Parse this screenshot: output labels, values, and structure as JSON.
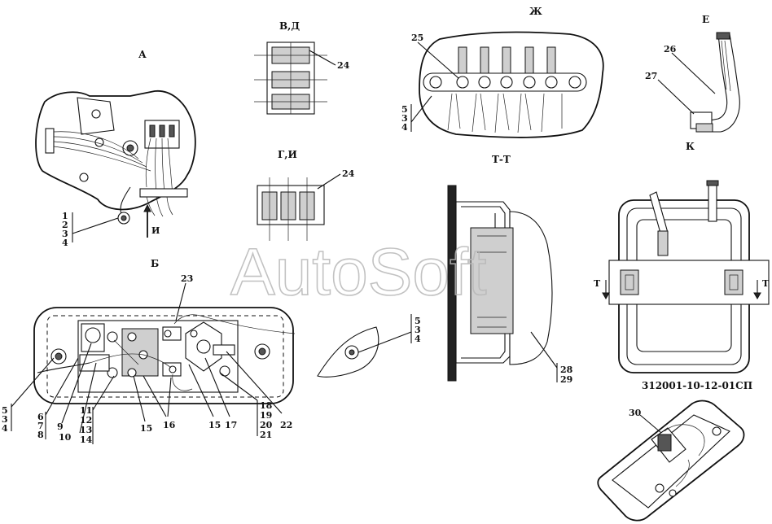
{
  "views": {
    "A": "А",
    "VD": "В,Д",
    "GI": "Г,И",
    "ZH": "Ж",
    "E": "Е",
    "K": "К",
    "TT": "Т-Т",
    "B": "Б"
  },
  "section_marks": {
    "I": "И",
    "T_left": "Т",
    "T_right": "Т"
  },
  "callouts": {
    "c24a": "24",
    "c24b": "24",
    "c25": "25",
    "c26": "26",
    "c27": "27",
    "c23": "23",
    "c15a": "15",
    "c15b": "15",
    "c16": "16",
    "c17": "17",
    "c22": "22",
    "c9": "9",
    "c10": "10",
    "c30": "30"
  },
  "stacks": {
    "a_1234": [
      "1",
      "2",
      "3",
      "4"
    ],
    "zh_534": [
      "5",
      "3",
      "4"
    ],
    "b_534_left": [
      "5",
      "3",
      "4"
    ],
    "b_534_mid": [
      "5",
      "3",
      "4"
    ],
    "b_678": [
      "6",
      "7",
      "8"
    ],
    "b_11_14": [
      "11",
      "12",
      "13",
      "14"
    ],
    "b_18_21": [
      "18",
      "19",
      "20",
      "21"
    ],
    "tt_2829": [
      "28",
      "29"
    ]
  },
  "document_number": "312001-10-12-01СП",
  "watermark": "AutoSoft"
}
